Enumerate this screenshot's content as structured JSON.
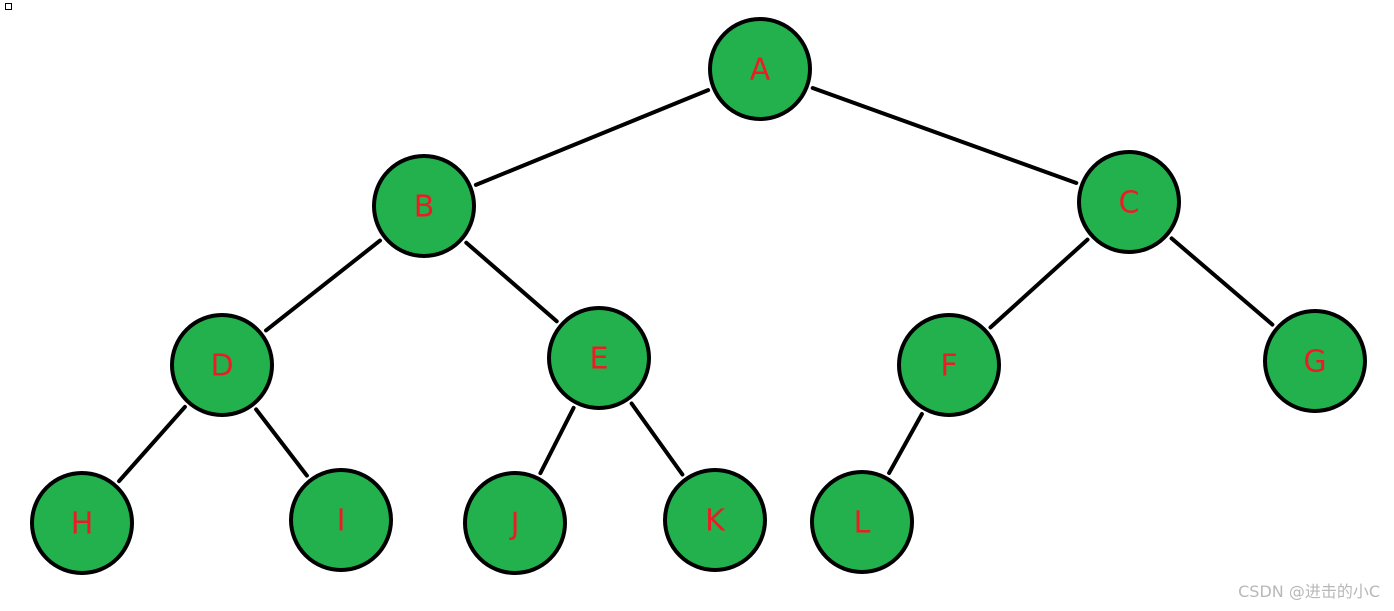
{
  "colors": {
    "node_fill": "#22B14C",
    "label": "#ED1C24",
    "edge": "#000000"
  },
  "nodes": [
    {
      "id": "A",
      "label": "A"
    },
    {
      "id": "B",
      "label": "B"
    },
    {
      "id": "C",
      "label": "C"
    },
    {
      "id": "D",
      "label": "D"
    },
    {
      "id": "E",
      "label": "E"
    },
    {
      "id": "F",
      "label": "F"
    },
    {
      "id": "G",
      "label": "G"
    },
    {
      "id": "H",
      "label": "H"
    },
    {
      "id": "I",
      "label": "I"
    },
    {
      "id": "J",
      "label": "J"
    },
    {
      "id": "K",
      "label": "K"
    },
    {
      "id": "L",
      "label": "L"
    }
  ],
  "edges": [
    {
      "from": "A",
      "to": "B"
    },
    {
      "from": "A",
      "to": "C"
    },
    {
      "from": "B",
      "to": "D"
    },
    {
      "from": "B",
      "to": "E"
    },
    {
      "from": "C",
      "to": "F"
    },
    {
      "from": "C",
      "to": "G"
    },
    {
      "from": "D",
      "to": "H"
    },
    {
      "from": "D",
      "to": "I"
    },
    {
      "from": "E",
      "to": "J"
    },
    {
      "from": "E",
      "to": "K"
    },
    {
      "from": "F",
      "to": "L"
    }
  ],
  "watermark": "CSDN @进击的小C"
}
